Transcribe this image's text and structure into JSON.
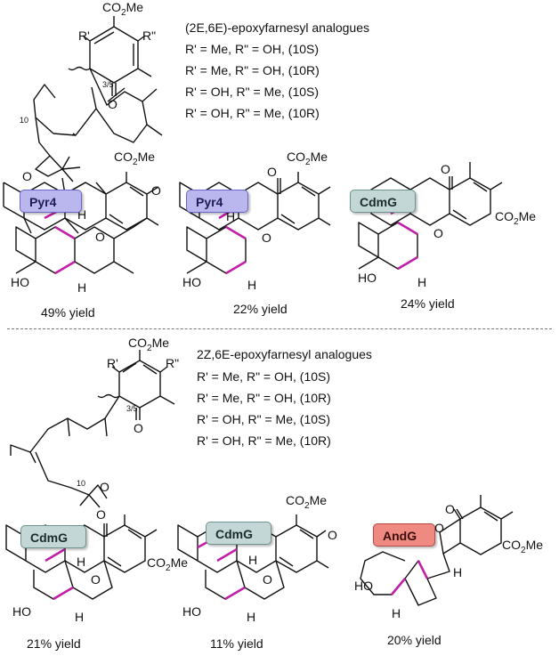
{
  "top_section": {
    "header": "(2E,6E)-epoxyfarnesyl analogues",
    "variants": [
      "R' = Me, R\" = OH, (10S)",
      "R' = Me, R\" = OH, (10R)",
      "R' = OH, R\" = Me, (10S)",
      "R' = OH, R\" = Me, (10R)"
    ],
    "products": [
      {
        "enzyme": "Pyr4",
        "yield": "49% yield"
      },
      {
        "enzyme": "Pyr4",
        "yield": "22% yield"
      },
      {
        "enzyme": "CdmG",
        "yield": "24% yield"
      }
    ]
  },
  "bottom_section": {
    "header": "2Z,6E-epoxyfarnesyl analogues",
    "variants": [
      "R' = Me, R\" = OH, (10S)",
      "R' = Me, R\" = OH, (10R)",
      "R' = OH, R\" = Me, (10S)",
      "R' = OH, R\" = Me, (10R)"
    ],
    "products": [
      {
        "enzyme": "CdmG",
        "yield": "21% yield"
      },
      {
        "enzyme": "CdmG",
        "yield": "11% yield"
      },
      {
        "enzyme": "AndG",
        "yield": "20% yield"
      }
    ]
  },
  "atom_labels": {
    "ester": "CO2Me",
    "r1": "R'",
    "r2": "R\"",
    "oxygen": "O",
    "hydroxyl": "HO",
    "hydrogen": "H",
    "locant_3_5": "3/5",
    "locant_10": "10"
  },
  "colors": {
    "bond": "#111111",
    "highlight_bond": "#c21fa8",
    "pyr4_badge": "#b9b7ee",
    "cdmg_badge": "#c3d7d6",
    "andg_badge": "#ef8a82",
    "divider": "#777777"
  }
}
